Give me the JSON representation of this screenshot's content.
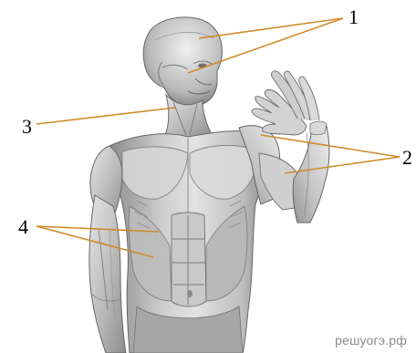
{
  "diagram": {
    "labels": {
      "one": "1",
      "two": "2",
      "three": "3",
      "four": "4"
    },
    "watermark": "решуогэ.рф",
    "leader_color": "#d08a2a"
  }
}
